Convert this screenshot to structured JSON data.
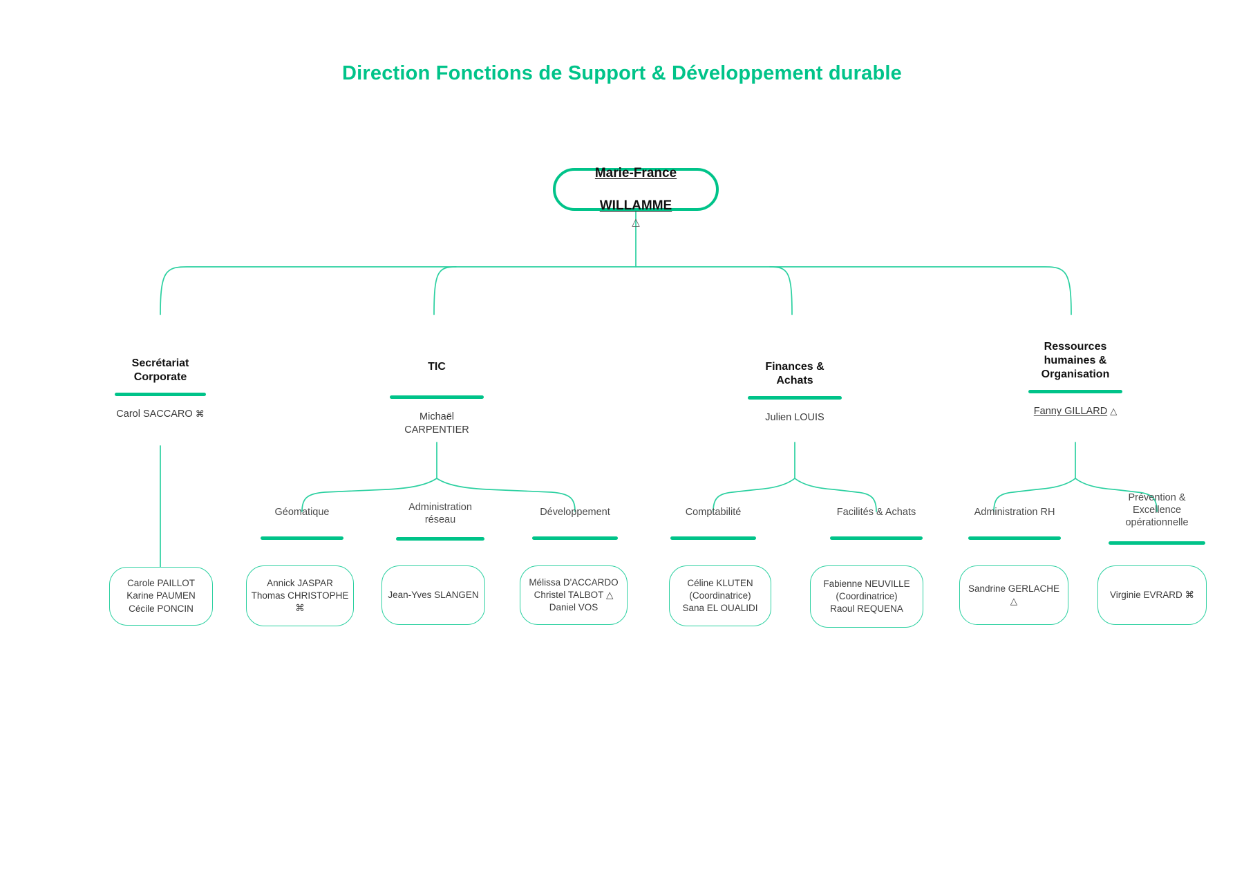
{
  "page": {
    "title": "Direction Fonctions de Support & Développement durable",
    "accent_color": "#00C389",
    "box_border_color": "#2BD0A0",
    "text_color": "#3a3a3a"
  },
  "root": {
    "name_line1": "Marie-France ",
    "name_line2": "WILLAMME",
    "symbol": "△"
  },
  "departments": [
    {
      "key": "secretariat",
      "title": "Secrétariat\nCorporate",
      "lead": "Carol SACCARO",
      "lead_symbol": "⌘",
      "lead_underlined": false
    },
    {
      "key": "tic",
      "title": "TIC",
      "lead": "Michaël\nCARPENTIER",
      "lead_symbol": "",
      "lead_underlined": true
    },
    {
      "key": "finances",
      "title": "Finances &\nAchats",
      "lead": "Julien LOUIS",
      "lead_symbol": "",
      "lead_underlined": true
    },
    {
      "key": "rh",
      "title": "Ressources\nhumaines &\nOrganisation",
      "lead": "Fanny GILLARD",
      "lead_symbol": "△",
      "lead_underlined": true
    }
  ],
  "subunits": [
    {
      "key": "geomatique",
      "title": "Géomatique"
    },
    {
      "key": "admin-reseau",
      "title": "Administration\nréseau"
    },
    {
      "key": "developpement",
      "title": "Développement"
    },
    {
      "key": "comptabilite",
      "title": "Comptabilité"
    },
    {
      "key": "facilites-achats",
      "title": "Facilités & Achats"
    },
    {
      "key": "administration-rh",
      "title": "Administration RH"
    },
    {
      "key": "prevention-excellence",
      "title": "Prévention &\nExcellence\nopérationnelle"
    }
  ],
  "member_boxes": [
    {
      "key": "secretariat-members",
      "text": "Carole PAILLOT\nKarine PAUMEN\nCécile PONCIN"
    },
    {
      "key": "geomatique-members",
      "text": "Annick JASPAR\nThomas CHRISTOPHE ⌘"
    },
    {
      "key": "admin-reseau-members",
      "text": "Jean-Yves SLANGEN"
    },
    {
      "key": "developpement-members",
      "text": "Mélissa D'ACCARDO\nChristel TALBOT △\nDaniel VOS"
    },
    {
      "key": "comptabilite-members",
      "text": "Céline KLUTEN\n(Coordinatrice)\nSana EL OUALIDI"
    },
    {
      "key": "facilites-achats-members",
      "text": "Fabienne NEUVILLE\n(Coordinatrice)\nRaoul REQUENA"
    },
    {
      "key": "administration-rh-members",
      "text": "Sandrine GERLACHE △"
    },
    {
      "key": "prevention-members",
      "text": "Virginie EVRARD ⌘"
    }
  ]
}
